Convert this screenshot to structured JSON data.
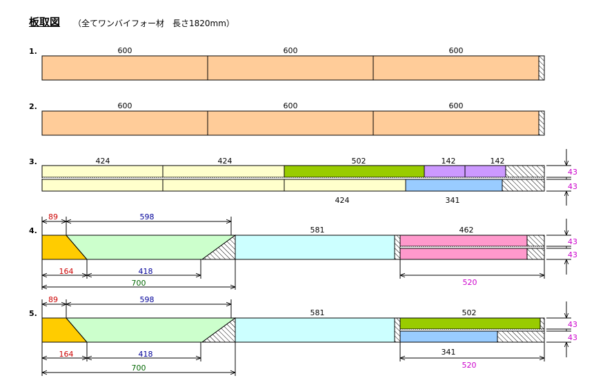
{
  "title": "板取図",
  "subtitle": "（全てワンバイフォー材　長さ1820mm）",
  "colors": {
    "salmon": "#ffcc99",
    "pale_yellow": "#ffffcc",
    "green": "#99cc00",
    "lavender": "#cc99ff",
    "light_blue": "#99ccff",
    "pale_cyan": "#ccffff",
    "orange": "#ffcc00",
    "pale_green": "#ccffcc",
    "pink": "#ff99cc",
    "label_red": "#cc0000",
    "label_blue": "#000099",
    "label_green": "#006600",
    "label_magenta": "#cc00cc"
  },
  "boards": [
    {
      "label": "1.",
      "cuts": [
        "600",
        "600",
        "600"
      ]
    },
    {
      "label": "2.",
      "cuts": [
        "600",
        "600",
        "600"
      ]
    },
    {
      "label": "3.",
      "top": [
        "424",
        "424",
        "502",
        "142",
        "142"
      ],
      "bottom": [
        "424",
        "341"
      ],
      "widths": [
        "43",
        "43"
      ]
    },
    {
      "label": "4.",
      "top": [
        "89",
        "598",
        "581",
        "462"
      ],
      "bottom": [
        "164",
        "418",
        "700",
        "520"
      ],
      "widths": [
        "43",
        "43"
      ]
    },
    {
      "label": "5.",
      "top": [
        "89",
        "598",
        "581",
        "502"
      ],
      "bottom": [
        "164",
        "418",
        "700",
        "341",
        "520"
      ],
      "widths": [
        "43",
        "43"
      ]
    }
  ]
}
